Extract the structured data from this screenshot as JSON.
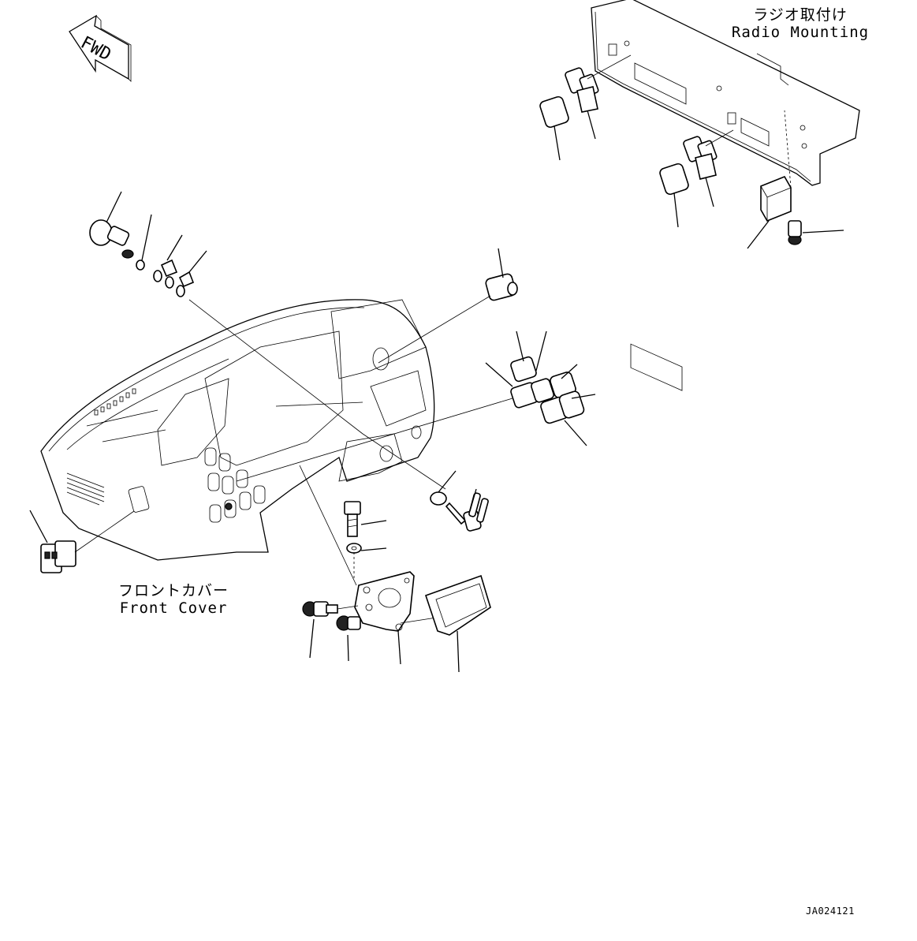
{
  "fwd_arrow": {
    "text": "FWD"
  },
  "radio_mounting": {
    "label_ja": "ラジオ取付け",
    "label_en": "Radio Mounting"
  },
  "front_cover": {
    "label_ja": "フロントカバー",
    "label_en": "Front Cover"
  },
  "drawing_code": "JA024121"
}
